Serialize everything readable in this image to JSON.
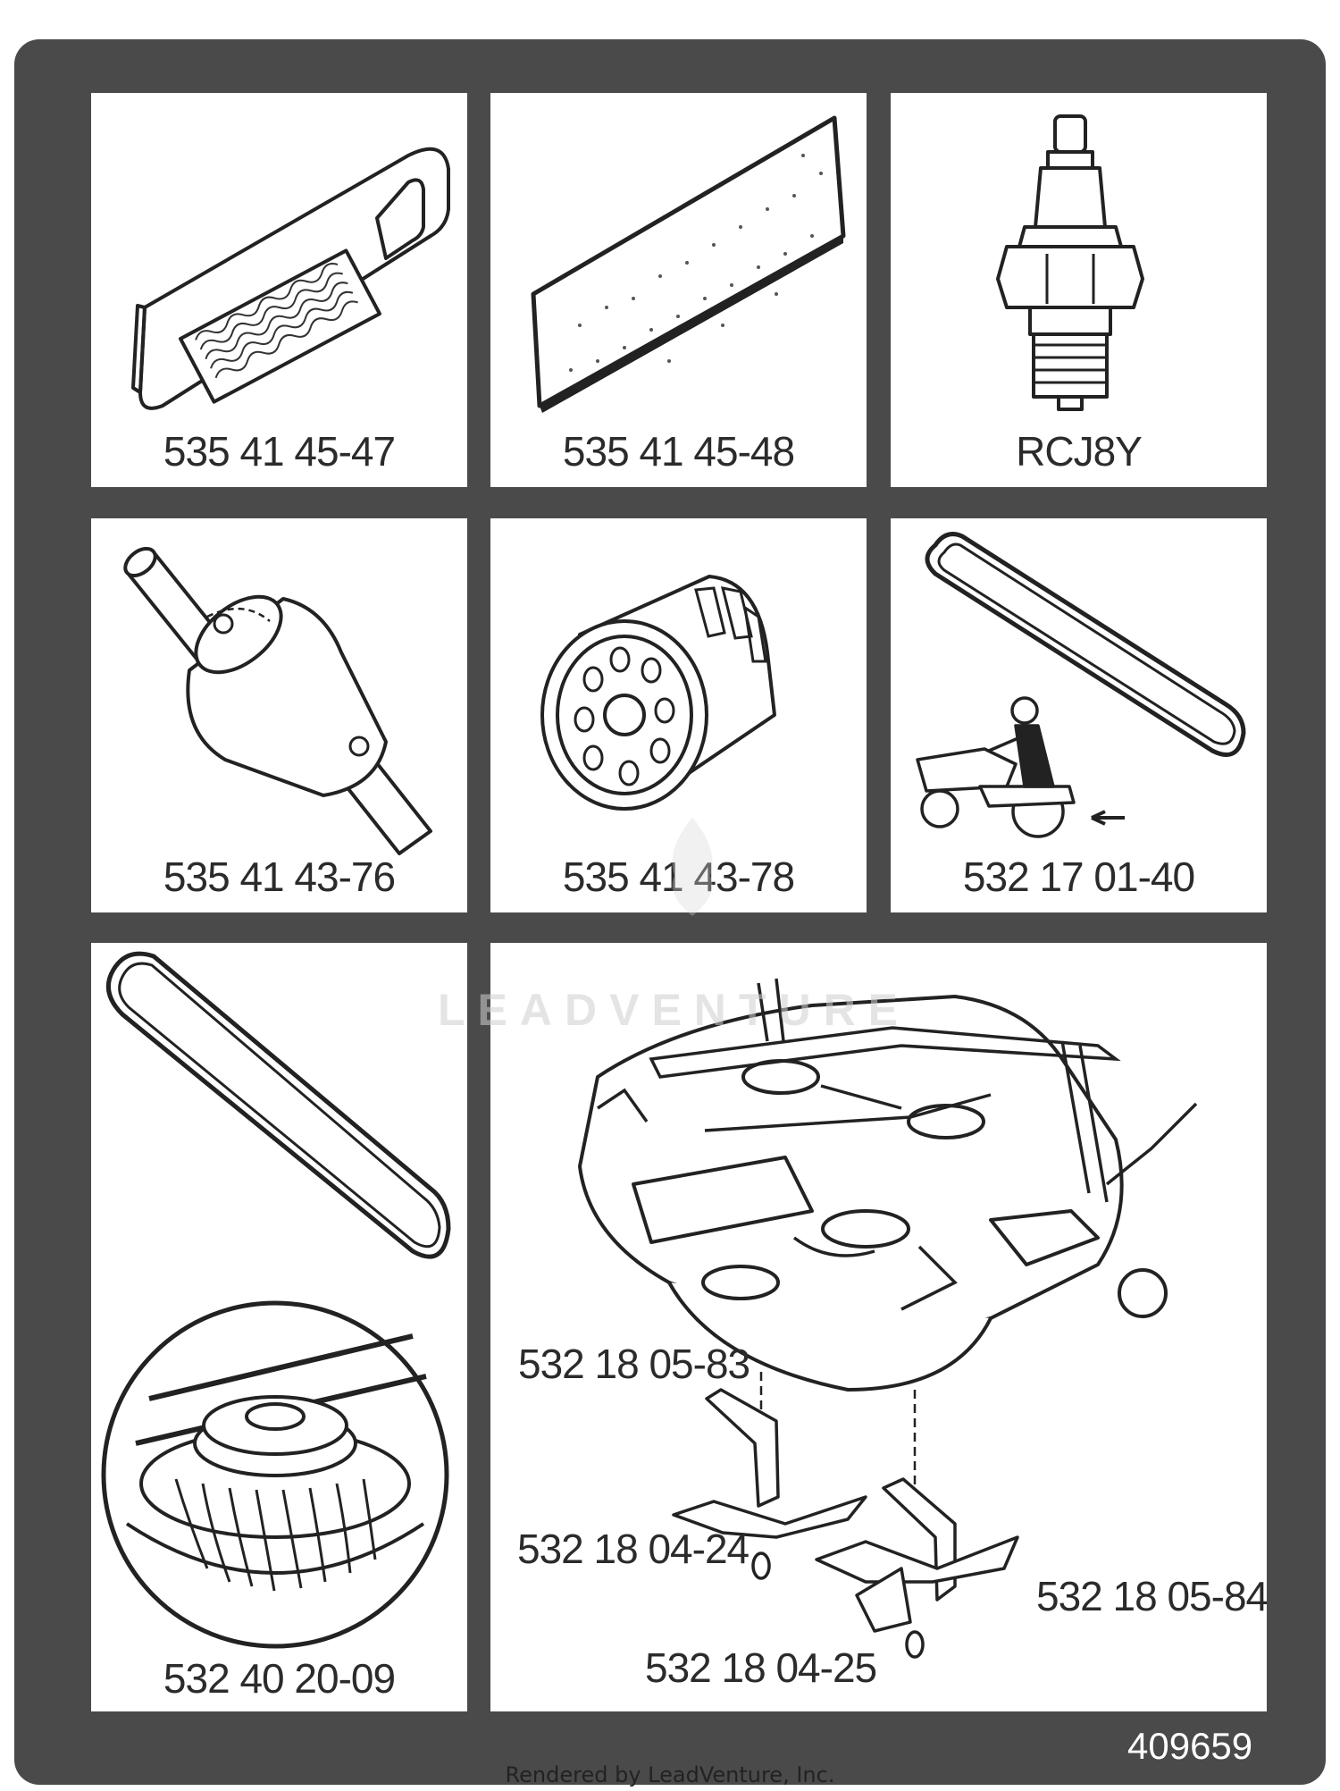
{
  "parts": {
    "air_filter": "535 41 45-47",
    "pre_filter": "535 41 45-48",
    "spark_plug": "RCJ8Y",
    "fuel_filter": "535 41 43-76",
    "oil_filter": "535 41 43-78",
    "drive_belt": "532 17 01-40",
    "deck_belt_pulley": "532 40 20-09"
  },
  "deck": {
    "blade_left": "532 18 05-83",
    "adapter_left": "532 18 04-24",
    "blade_right": "532 18 05-84",
    "adapter_right": "532 18 04-25"
  },
  "doc_number": "409659",
  "watermark": "LEADVENTURE",
  "footer": "Rendered by LeadVenture, Inc.",
  "icons": [
    "air-filter-icon",
    "pre-filter-icon",
    "spark-plug-icon",
    "fuel-filter-icon",
    "oil-filter-icon",
    "drive-belt-icon",
    "riding-mower-icon",
    "deck-belt-icon",
    "pulley-icon",
    "mower-deck-icon",
    "blade-icon"
  ],
  "colors": {
    "frame": "#4a4a4a",
    "panel": "#ffffff",
    "ink": "#2b2b2b"
  }
}
